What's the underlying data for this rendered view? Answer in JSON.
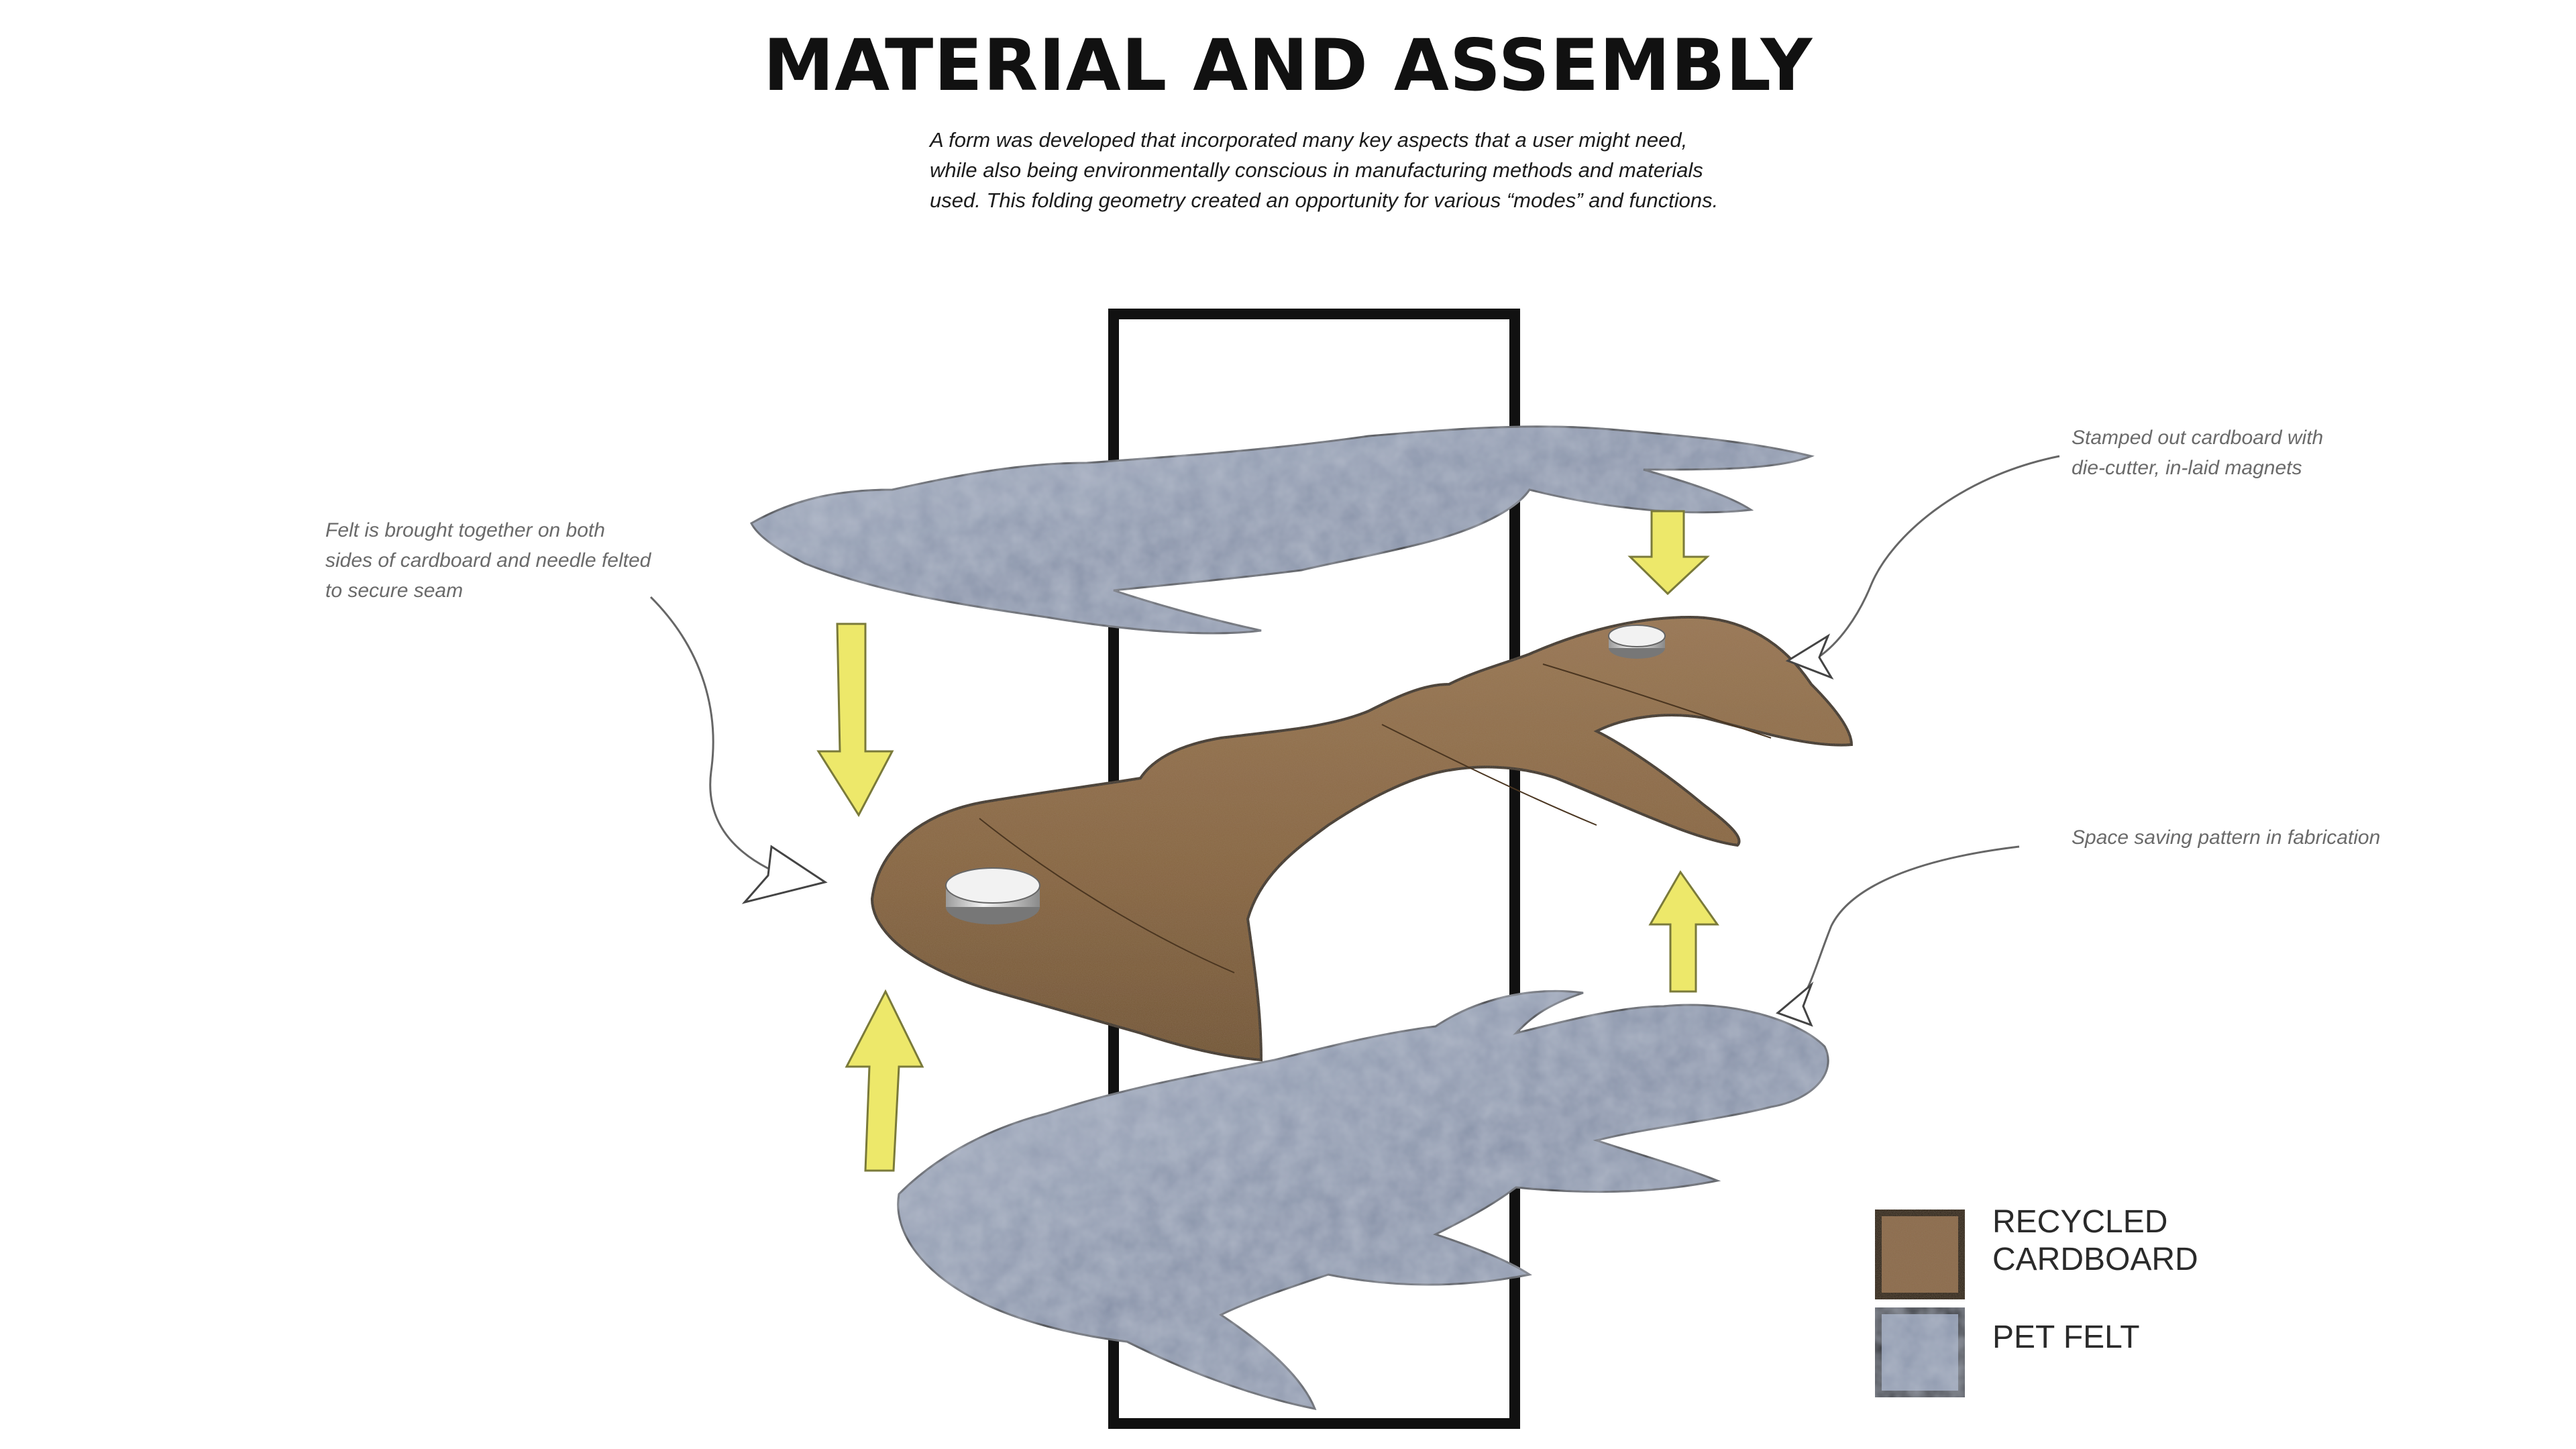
{
  "title": "MATERIAL AND ASSEMBLY",
  "intro": {
    "line1": "A form was developed that incorporated many key aspects that a user might need,",
    "line2": "while also being environmentally conscious in manufacturing methods and materials",
    "line3": "used. This folding geometry created an opportunity for various “modes” and functions."
  },
  "callouts": {
    "felt": {
      "line1": "Felt is brought together on both",
      "line2": "sides of cardboard and needle felted",
      "line3": "to secure seam"
    },
    "cardboard": {
      "line1": "Stamped out cardboard with",
      "line2": "die-cutter, in-laid magnets"
    },
    "space": {
      "line1": "Space saving pattern in fabrication"
    }
  },
  "legend": {
    "cardboard_label": "RECYCLED CARDBOARD",
    "felt_label": "PET FELT",
    "cardboard_color": "#8b6a4b",
    "felt_color": "#8d98ad"
  },
  "colors": {
    "arrow_fill": "#ede86a",
    "arrow_stroke": "#7a7a3a",
    "frame": "#111111",
    "felt": "#8d98ad",
    "cardboard": "#8b6a4b"
  },
  "icons": {
    "magnet": "magnet-disc-icon"
  }
}
